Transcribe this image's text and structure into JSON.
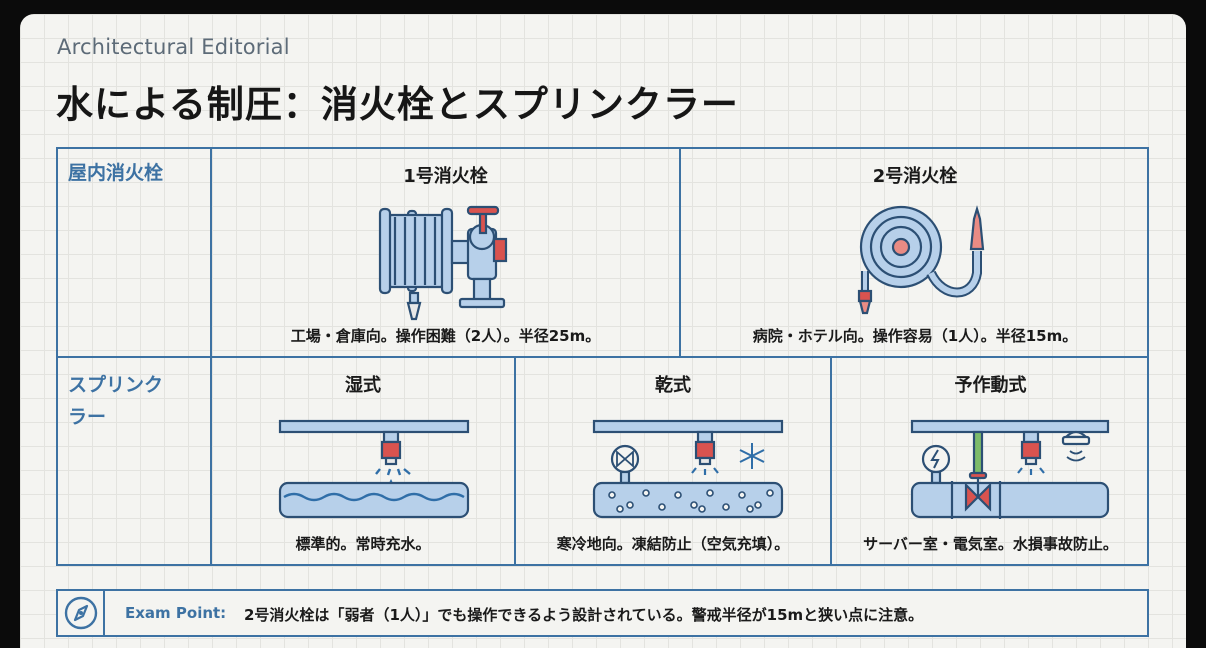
{
  "header": {
    "brand": "Architectural Editorial",
    "title": "水による制圧：消火栓とスプリンクラー"
  },
  "rows": {
    "hydrant_label": "屋内消火栓",
    "sprinkler_label_line1": "スプリンク",
    "sprinkler_label_line2": "ラー"
  },
  "hydrants": [
    {
      "title": "1号消火栓",
      "caption": "工場・倉庫向。操作困難（2人）。半径25m。",
      "icon": "hose-reel-hydrant-icon"
    },
    {
      "title": "2号消火栓",
      "caption": "病院・ホテル向。操作容易（1人）。半径15m。",
      "icon": "coiled-hose-icon"
    }
  ],
  "sprinklers": [
    {
      "title": "湿式",
      "caption": "標準的。常時充水。",
      "icon": "wet-pipe-sprinkler-icon"
    },
    {
      "title": "乾式",
      "caption": "寒冷地向。凍結防止（空気充填）。",
      "icon": "dry-pipe-sprinkler-icon"
    },
    {
      "title": "予作動式",
      "caption": "サーバー室・電気室。水損事故防止。",
      "icon": "preaction-sprinkler-icon"
    }
  ],
  "exam": {
    "label": "Exam Point:",
    "text": "2号消火栓は「弱者（1人）」でも操作できるよう設計されている。警戒半径が15mと狭い点に注意。",
    "icon": "compass-icon"
  },
  "colors": {
    "accent": "#3d72a3",
    "pipe_fill": "#b7d0ea",
    "red": "#d9534f",
    "water": "#2f6ea8"
  }
}
